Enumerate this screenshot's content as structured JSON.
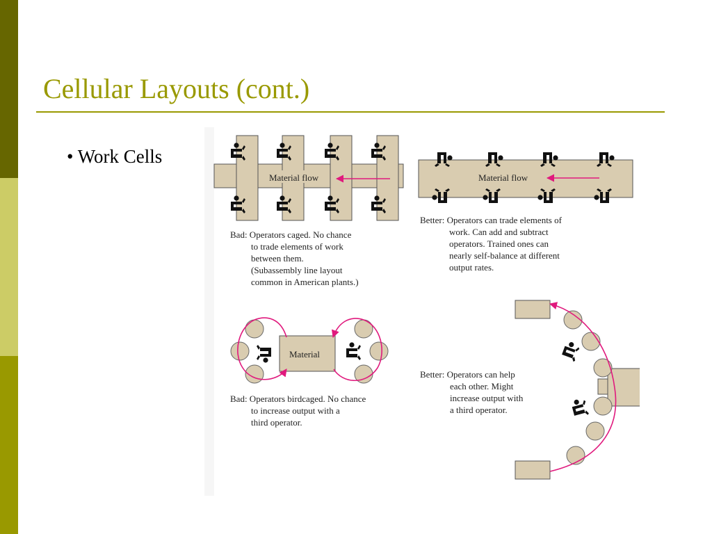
{
  "slide": {
    "title": "Cellular Layouts (cont.)",
    "bullet": "• Work Cells"
  },
  "colors": {
    "sidebar_top": "#666600",
    "sidebar_mid": "#CCCC66",
    "sidebar_bottom": "#999900",
    "title": "#999900",
    "rule": "#999900",
    "tan": "#D9CCB0",
    "outline": "#555555",
    "arrow": "#E0197D",
    "operator": "#111111"
  },
  "figure": {
    "panel_bad_line": {
      "flow_label": "Material flow",
      "caption": [
        "Bad: Operators caged. No chance",
        "to trade elements of work",
        "between them.",
        "(Subassembly line layout",
        "common in American plants.)"
      ]
    },
    "panel_better_line": {
      "flow_label": "Material flow",
      "caption": [
        "Better: Operators can trade elements of",
        "work. Can add and subtract",
        "operators. Trained ones can",
        "nearly self-balance at different",
        "output rates."
      ]
    },
    "panel_bad_cell": {
      "material_label": "Material",
      "caption": [
        "Bad: Operators birdcaged. No chance",
        "to increase output with a",
        "third operator."
      ]
    },
    "panel_better_cell": {
      "caption": [
        "Better: Operators can help",
        "each other. Might",
        "increase output with",
        "a third operator."
      ]
    }
  }
}
